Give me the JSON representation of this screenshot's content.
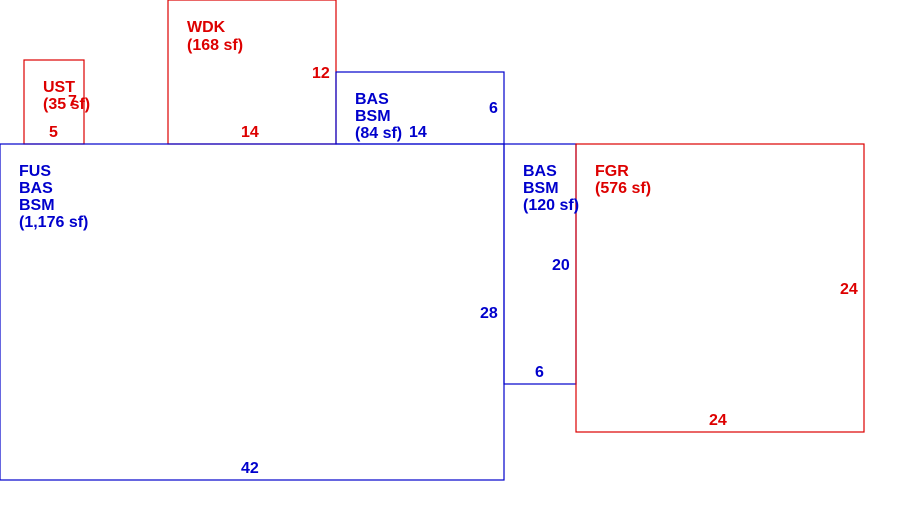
{
  "colors": {
    "blue": "#0000cc",
    "red": "#dd0000"
  },
  "areas": {
    "ust": {
      "lines": [
        "UST",
        "(35 sf)"
      ],
      "dims": [
        "7",
        "5"
      ]
    },
    "wdk": {
      "lines": [
        "WDK",
        "(168 sf)"
      ],
      "dims": [
        "12",
        "14"
      ]
    },
    "bas_top": {
      "lines": [
        "BAS",
        "BSM",
        "(84 sf)"
      ],
      "dims": [
        "6",
        "14"
      ]
    },
    "fus": {
      "lines": [
        "FUS",
        "BAS",
        "BSM",
        "(1,176 sf)"
      ],
      "dims": [
        "28",
        "42"
      ]
    },
    "bas_right": {
      "lines": [
        "BAS",
        "BSM",
        "(120 sf)"
      ],
      "dims": [
        "20",
        "6"
      ]
    },
    "fgr": {
      "lines": [
        "FGR",
        "(576 sf)"
      ],
      "dims": [
        "24",
        "24"
      ]
    }
  }
}
